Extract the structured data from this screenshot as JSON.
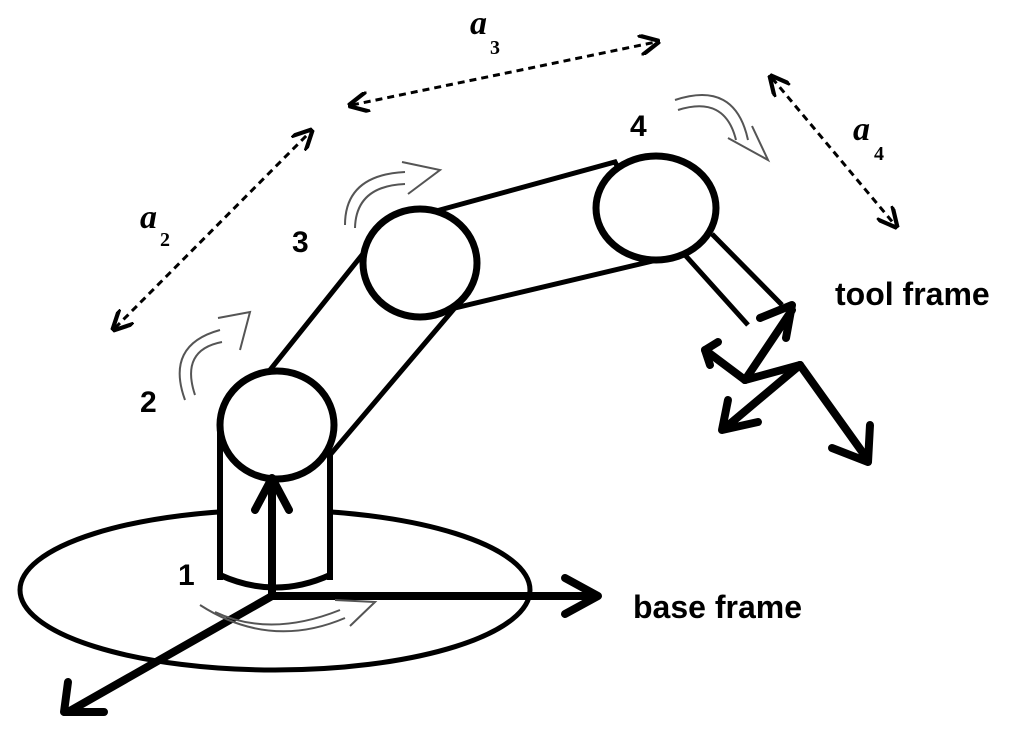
{
  "joints": {
    "j1": "1",
    "j2": "2",
    "j3": "3",
    "j4": "4"
  },
  "frames": {
    "base": "base frame",
    "tool": "tool frame"
  },
  "link_lengths": {
    "a2": {
      "symbol": "a",
      "index": "2"
    },
    "a3": {
      "symbol": "a",
      "index": "3"
    },
    "a4": {
      "symbol": "a",
      "index": "4"
    }
  }
}
